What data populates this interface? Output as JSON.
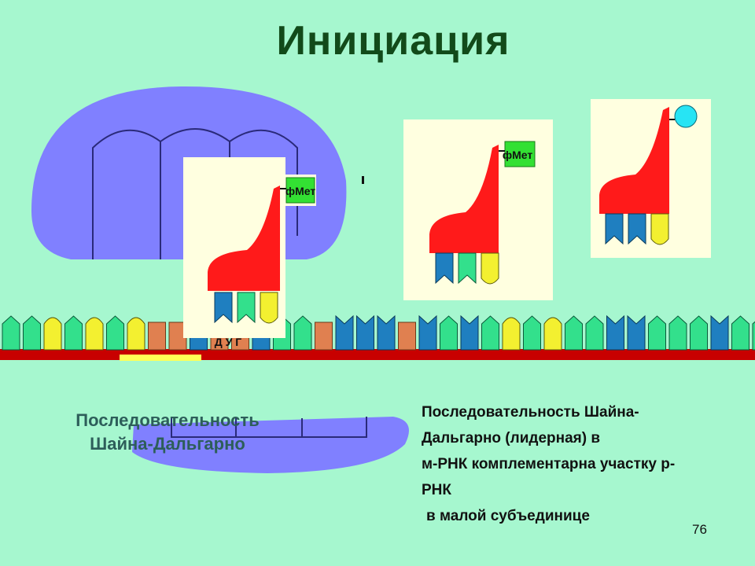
{
  "slide": {
    "title": "Инициация",
    "page_number": "76"
  },
  "labels": {
    "fmet": "фМет",
    "mrna_bases": "Д У Г"
  },
  "captions": {
    "left": [
      "Последовательность",
      "Шайна-Дальгарно"
    ],
    "right": [
      "Последовательность Шайна-",
      "Дальгарно (лидерная) в",
      "м-РНК комплементарна участку р-",
      "РНК",
      "в малой субъединице"
    ]
  },
  "colors": {
    "background": "#a6f7cf",
    "ribosome": "#8080ff",
    "trna": "#ff1a1a",
    "fmet_box": "#33e033",
    "amino_acid_circle": "#27e4f4",
    "mrna_backbone": "#c80000",
    "shine_dalgarno_bar": "#ffff55",
    "codon_blue": "#1f7fc0",
    "codon_green": "#33e08c",
    "codon_yellow": "#f3f030",
    "codon_orange": "#e08050"
  },
  "mrna_codons": [
    "green",
    "green",
    "yellow",
    "green",
    "yellow",
    "green",
    "yellow",
    "orange",
    "orange",
    "blue",
    "orange",
    "orange",
    "blue",
    "green",
    "green",
    "orange",
    "blue",
    "blue",
    "blue",
    "orange",
    "blue",
    "green",
    "blue",
    "green",
    "yellow",
    "green",
    "yellow",
    "green",
    "green",
    "blue",
    "blue",
    "green",
    "green",
    "green",
    "blue",
    "green",
    "green",
    "green",
    "green",
    "yellow",
    "green",
    "yellow",
    "green",
    "green"
  ],
  "anticodon_colors": [
    "blue",
    "green",
    "yellow"
  ]
}
